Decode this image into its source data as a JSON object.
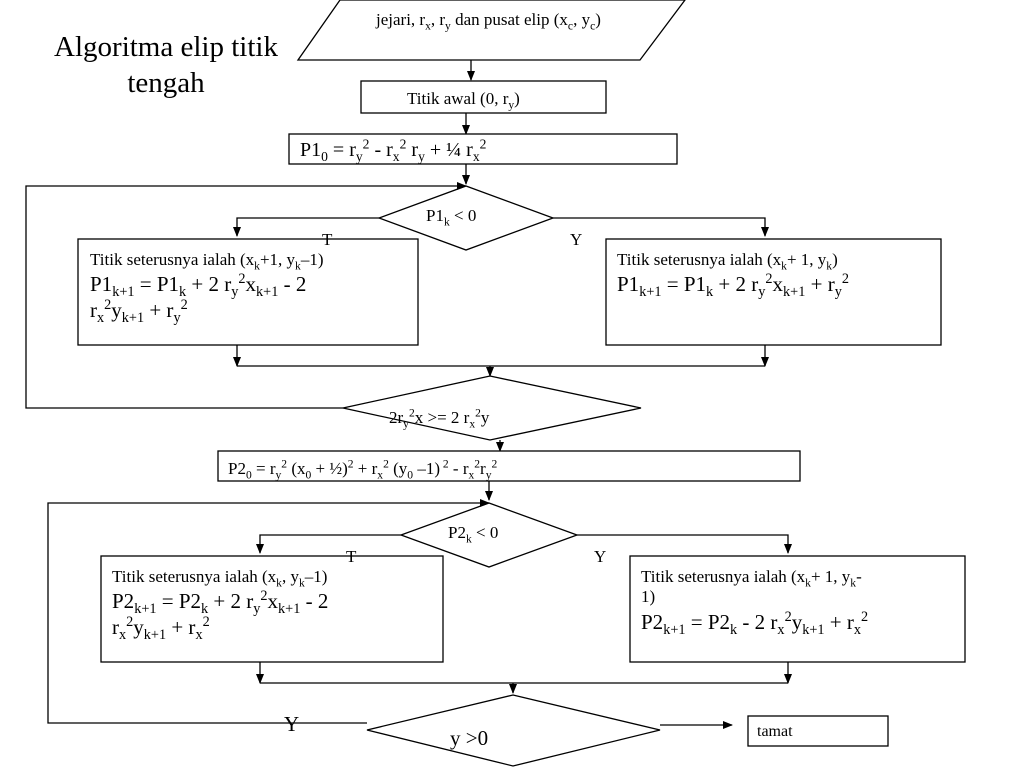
{
  "title": "Algoritma elip titik tengah",
  "input": {
    "prefix": "jejari, r",
    "rx_sub": "x",
    "sep": ", r",
    "ry_sub": "y",
    "mid": " dan pusat elip (x",
    "xc_sub": "c",
    "comma": ", y",
    "yc_sub": "c",
    "close": ")"
  },
  "start_point": {
    "prefix": "Titik awal (0, r",
    "sub": "y",
    "close": ")"
  },
  "p1_init": {
    "lhs": "P1",
    "lhs_sub": "0",
    "eq": " = r",
    "s1": "y",
    "p1": "2",
    "minus": " - r",
    "s2": "x",
    "p2": "2",
    "r": " r",
    "s3": "y",
    "plus": " + ¼ r",
    "s4": "x",
    "p4": "2"
  },
  "dec1": {
    "lhs": "P1",
    "sub": "k",
    "rhs": " < 0"
  },
  "labels": {
    "true": "T",
    "yes": "Y"
  },
  "box1_left": {
    "line1_a": "Titik seterusnya ialah (x",
    "line1_s1": "k",
    "line1_b": "+1, y",
    "line1_s2": "k",
    "line1_c": "–1)",
    "line2": "P1",
    "s_k1": "k+1",
    "eq": " =  P1",
    "s_k": "k",
    "plus": " + 2 r",
    "s_y": "y",
    "sq": "2",
    "x": "x",
    "s_k1b": "k+1",
    "minus": " - 2",
    "line3": "r",
    "s_x": "x",
    "sq2": "2",
    "y": "y",
    "s_k1c": "k+1",
    "plus2": " + r",
    "s_y2": "y",
    "sq3": "2"
  },
  "box1_right": {
    "line1_a": "Titik seterusnya ialah (x",
    "line1_s1": "k",
    "line1_b": "+ 1, y",
    "line1_s2": "k",
    "line1_c": ")",
    "line2": "P1",
    "s_k1": "k+1",
    "eq": " =  P1",
    "s_k": "k",
    "plus": " + 2 r",
    "s_y": "y",
    "sq": "2",
    "x": "x",
    "s_k1b": "k+1",
    "plus2": " + r",
    "s_y2": "y",
    "sq2": "2"
  },
  "dec2": {
    "a": "2r",
    "s1": "y",
    "p1": "2",
    "b": "x >= 2 r",
    "s2": "x",
    "p2": "2",
    "c": "y"
  },
  "p2_init": {
    "lhs": "P2",
    "lhs_sub": "0",
    "eq": " = r",
    "s1": "y",
    "p1": "2",
    "t1": " (x",
    "s2": "0",
    "t2": " + ½)",
    "p2": "2",
    "t3": " + r",
    "s3": "x",
    "p3": "2",
    "t4": " (y",
    "s4": "0",
    "t5": " –1)",
    "p4": " 2",
    "t6": " -  r",
    "s5": "x",
    "p5": "2",
    "t7": "r",
    "s6": "y",
    "p6": "2"
  },
  "dec3": {
    "lhs": "P2",
    "sub": "k",
    "rhs": " < 0"
  },
  "box2_left": {
    "line1_a": "Titik seterusnya ialah (x",
    "line1_s1": "k",
    "line1_b": ", y",
    "line1_s2": "k",
    "line1_c": "–1)",
    "line2": "P2",
    "s_k1": "k+1",
    "eq": " =  P2",
    "s_k": "k",
    "plus": " + 2 r",
    "s_y": "y",
    "sq": "2",
    "x": "x",
    "s_k1b": "k+1",
    "minus": " - 2",
    "line3": "r",
    "s_x": "x",
    "sq2": "2",
    "y": "y",
    "s_k1c": "k+1",
    "plus2": " + r",
    "s_x2": "x",
    "sq3": "2"
  },
  "box2_right": {
    "line1_a": "Titik seterusnya ialah (x",
    "line1_s1": "k",
    "line1_b": "+ 1, y",
    "line1_s2": "k",
    "line1_c": "-",
    "line1b": "1)",
    "line2": "P2",
    "s_k1": "k+1",
    "eq": " =  P2",
    "s_k": "k",
    "minus": " - 2 r",
    "s_x": "x",
    "sq": "2",
    "y": "y",
    "s_k1b": "k+1",
    "plus2": " + r",
    "s_x2": "x",
    "sq2": "2"
  },
  "dec4": {
    "text": "y >0"
  },
  "end": {
    "text": "tamat"
  }
}
